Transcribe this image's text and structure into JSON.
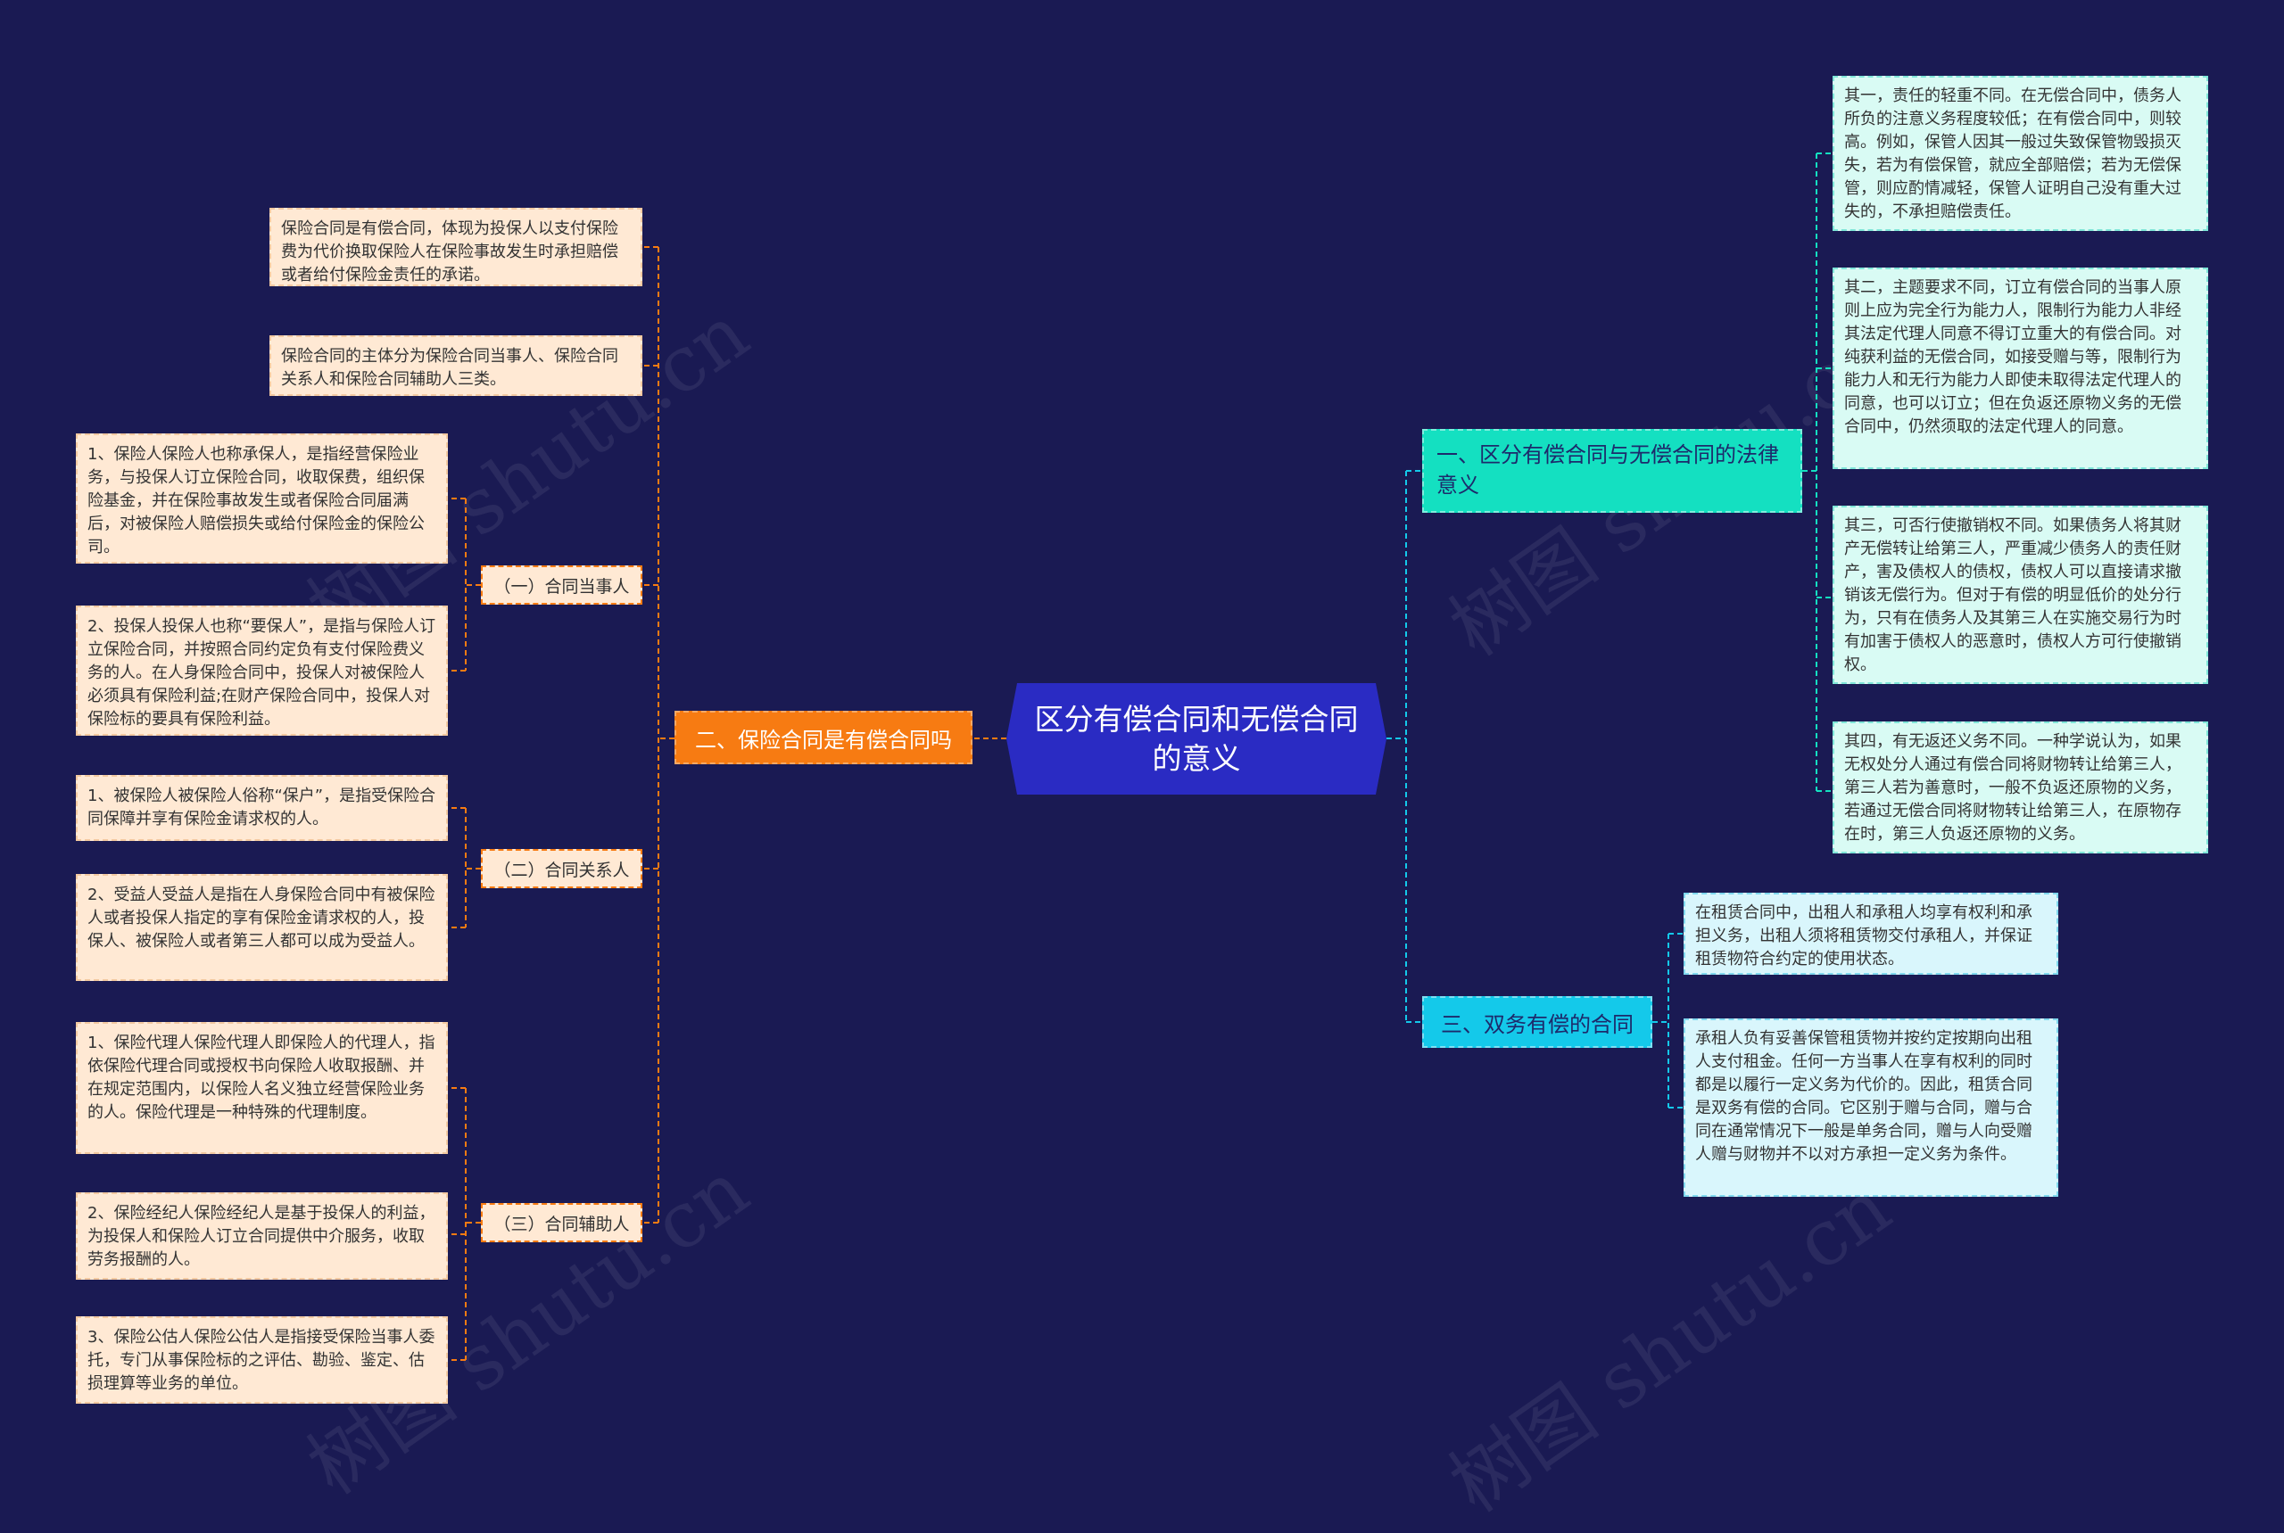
{
  "watermark": "树图 shutu.cn",
  "root": {
    "label": "区分有偿合同和无偿合同的意义"
  },
  "left_branch": {
    "label": "二、保险合同是有偿合同吗",
    "leaves": [
      "保险合同是有偿合同，体现为投保人以支付保险费为代价换取保险人在保险事故发生时承担赔偿或者给付保险金责任的承诺。",
      "保险合同的主体分为保险合同当事人、保险合同关系人和保险合同辅助人三类。"
    ],
    "subs": [
      {
        "label": "（一）合同当事人",
        "leaves": [
          "1、保险人保险人也称承保人，是指经营保险业务，与投保人订立保险合同，收取保费，组织保险基金，并在保险事故发生或者保险合同届满后，对被保险人赔偿损失或给付保险金的保险公司。",
          "2、投保人投保人也称“要保人”，是指与保险人订立保险合同，并按照合同约定负有支付保险费义务的人。在人身保险合同中，投保人对被保险人必须具有保险利益;在财产保险合同中，投保人对保险标的要具有保险利益。"
        ]
      },
      {
        "label": "（二）合同关系人",
        "leaves": [
          "1、被保险人被保险人俗称“保户”，是指受保险合同保障并享有保险金请求权的人。",
          "2、受益人受益人是指在人身保险合同中有被保险人或者投保人指定的享有保险金请求权的人，投保人、被保险人或者第三人都可以成为受益人。"
        ]
      },
      {
        "label": "（三）合同辅助人",
        "leaves": [
          "1、保险代理人保险代理人即保险人的代理人，指依保险代理合同或授权书向保险人收取报酬、并在规定范围内，以保险人名义独立经营保险业务的人。保险代理是一种特殊的代理制度。",
          "2、保险经纪人保险经纪人是基于投保人的利益，为投保人和保险人订立合同提供中介服务，收取劳务报酬的人。",
          "3、保险公估人保险公估人是指接受保险当事人委托，专门从事保险标的之评估、勘验、鉴定、估损理算等业务的单位。"
        ]
      }
    ]
  },
  "right_branch_1": {
    "label": "一、区分有偿合同与无偿合同的法律意义",
    "leaves": [
      "其一，责任的轻重不同。在无偿合同中，债务人所负的注意义务程度较低；在有偿合同中，则较高。例如，保管人因其一般过失致保管物毁损灭失，若为有偿保管，就应全部赔偿；若为无偿保管，则应酌情减轻，保管人证明自己没有重大过失的，不承担赔偿责任。",
      "其二，主题要求不同，订立有偿合同的当事人原则上应为完全行为能力人，限制行为能力人非经其法定代理人同意不得订立重大的有偿合同。对纯获利益的无偿合同，如接受赠与等，限制行为能力人和无行为能力人即使未取得法定代理人的同意，也可以订立；但在负返还原物义务的无偿合同中，仍然须取的法定代理人的同意。",
      "其三，可否行使撤销权不同。如果债务人将其财产无偿转让给第三人，严重减少债务人的责任财产，害及债权人的债权，债权人可以直接请求撤销该无偿行为。但对于有偿的明显低价的处分行为，只有在债务人及其第三人在实施交易行为时有加害于债权人的恶意时，债权人方可行使撤销权。",
      "其四，有无返还义务不同。一种学说认为，如果无权处分人通过有偿合同将财物转让给第三人，第三人若为善意时，一般不负返还原物的义务，若通过无偿合同将财物转让给第三人，在原物存在时，第三人负返还原物的义务。"
    ]
  },
  "right_branch_3": {
    "label": "三、双务有偿的合同",
    "leaves": [
      "在租赁合同中，出租人和承租人均享有权利和承担义务，出租人须将租赁物交付承租人，并保证租赁物符合约定的使用状态。",
      "承租人负有妥善保管租赁物并按约定按期向出租人支付租金。任何一方当事人在享有权利的同时都是以履行一定义务为代价的。因此，租赁合同是双务有偿的合同。它区别于赠与合同，赠与合同在通常情况下一般是单务合同，赠与人向受赠人赠与财物并不以对方承担一定义务为条件。"
    ]
  },
  "colors": {
    "background": "#1a1a53",
    "root": "#2a2bc3",
    "left_branch": "#f77b12",
    "right_branch_1": "#14e0c1",
    "right_branch_3": "#14c9ea",
    "left_leaf": "#ffe9d4",
    "right_leaf": "#d9fbf4"
  }
}
